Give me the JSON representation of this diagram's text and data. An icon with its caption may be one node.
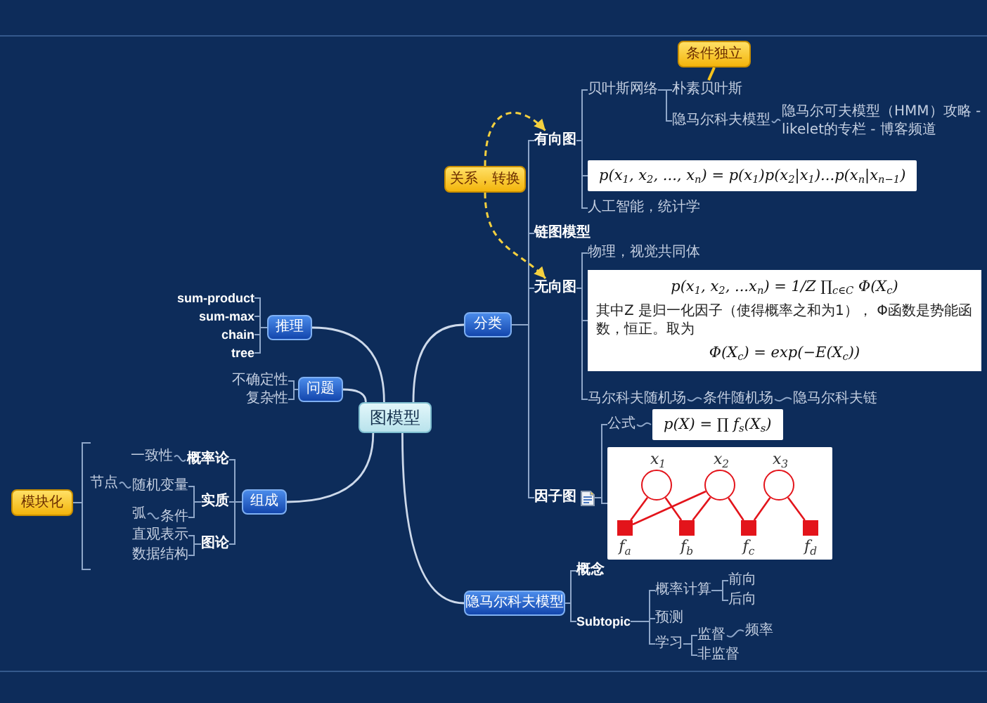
{
  "diagram": {
    "nodes": [
      {
        "text": [
          "图模型"
        ]
      },
      {
        "text": [
          "分类"
        ]
      },
      {
        "text": [
          "关系，转换"
        ]
      },
      {
        "text": [
          "有向图"
        ]
      },
      {
        "text": [
          "贝叶斯网络"
        ]
      },
      {
        "text": [
          "条件独立"
        ]
      },
      {
        "text": [
          "朴素贝叶斯"
        ]
      },
      {
        "text": [
          "隐马尔科夫模型"
        ]
      },
      {
        "text": [
          "隐马尔可夫模型（HMM）攻略 - likelet的专栏 - 博客频道"
        ]
      },
      {
        "text": [
          "p(x$_{1}$, x$_{2}$, ..., x$_{n}$) = p(x$_{1}$)p(x$_{2}$|x$_{1}$)...p(x$_{n}$|x$_{n−1}$)"
        ]
      },
      {
        "text": [
          "人工智能，统计学"
        ]
      },
      {
        "text": [
          "链图模型"
        ]
      },
      {
        "text": [
          "无向图"
        ]
      },
      {
        "text": [
          "物理，视觉共同体"
        ]
      },
      {
        "text": [
          "p(x$_{1}$, x$_{2}$, ...x$_{n}$) = 1/Z ∏$_{c∈C}$ Φ(X$_{c}$)",
          "其中Z 是归一化因子（使得概率之和为1）， Φ函数是势能函数，恒正。取为",
          "Φ(X$_{c}$) = exp(−E(X$_{c}$))"
        ]
      },
      {
        "text": [
          "马尔科夫随机场"
        ]
      },
      {
        "text": [
          "条件随机场"
        ]
      },
      {
        "text": [
          "隐马尔科夫链"
        ]
      },
      {
        "text": [
          "因子图"
        ]
      },
      {
        "text": [
          "公式"
        ]
      },
      {
        "text": [
          "p(X) = ∏ f$_{s}$(X$_{s}$)"
        ]
      },
      {
        "text": [],
        "shape": "box"
      },
      {
        "text": [
          "x$_{1}$"
        ],
        "in": 21
      },
      {
        "text": [
          "x$_{2}$"
        ],
        "in": 21
      },
      {
        "text": [
          "x$_{3}$"
        ],
        "in": 21
      },
      {
        "text": [
          "f$_{a}$"
        ],
        "in": 21
      },
      {
        "text": [
          "f$_{b}$"
        ],
        "in": 21
      },
      {
        "text": [
          "f$_{c}$"
        ],
        "in": 21
      },
      {
        "text": [
          "f$_{d}$"
        ],
        "in": 21
      },
      {
        "text": [
          "推理"
        ]
      },
      {
        "text": [
          "sum-product"
        ]
      },
      {
        "text": [
          "sum-max"
        ]
      },
      {
        "text": [
          "chain"
        ]
      },
      {
        "text": [
          "tree"
        ]
      },
      {
        "text": [
          "问题"
        ]
      },
      {
        "text": [
          "不确定性"
        ]
      },
      {
        "text": [
          "复杂性"
        ]
      },
      {
        "text": [
          "组成"
        ]
      },
      {
        "text": [
          "概率论"
        ]
      },
      {
        "text": [
          "一致性"
        ]
      },
      {
        "text": [
          "实质"
        ]
      },
      {
        "text": [
          "随机变量"
        ]
      },
      {
        "text": [
          "节点"
        ]
      },
      {
        "text": [
          "条件"
        ]
      },
      {
        "text": [
          "弧"
        ]
      },
      {
        "text": [
          "图论"
        ]
      },
      {
        "text": [
          "直观表示"
        ]
      },
      {
        "text": [
          "数据结构"
        ]
      },
      {
        "text": [
          "模块化"
        ]
      },
      {
        "text": [
          "隐马尔科夫模型"
        ]
      },
      {
        "text": [
          "概念"
        ]
      },
      {
        "text": [
          "Subtopic"
        ]
      },
      {
        "text": [
          "概率计算"
        ]
      },
      {
        "text": [
          "前向"
        ]
      },
      {
        "text": [
          "后向"
        ]
      },
      {
        "text": [
          "预测"
        ]
      },
      {
        "text": [
          "学习"
        ]
      },
      {
        "text": [
          "监督"
        ]
      },
      {
        "text": [
          "频率"
        ]
      },
      {
        "text": [
          "非监督"
        ]
      }
    ],
    "edges": [
      {
        "from": 0,
        "to": 1,
        "arrow": "none"
      },
      {
        "from": 0,
        "to": 29,
        "arrow": "none"
      },
      {
        "from": 0,
        "to": 34,
        "arrow": "none"
      },
      {
        "from": 0,
        "to": 37,
        "arrow": "none"
      },
      {
        "from": 0,
        "to": 49,
        "arrow": "none"
      },
      {
        "from": 1,
        "to": 3,
        "arrow": "none"
      },
      {
        "from": 1,
        "to": 11,
        "arrow": "none"
      },
      {
        "from": 1,
        "to": 12,
        "arrow": "none"
      },
      {
        "from": 1,
        "to": 18,
        "arrow": "none"
      },
      {
        "from": 2,
        "to": 3,
        "arrow": "to",
        "style": "dashed",
        "color": "#f4d03f"
      },
      {
        "from": 2,
        "to": 12,
        "arrow": "to",
        "style": "dashed",
        "color": "#f4d03f"
      },
      {
        "from": 3,
        "to": 4,
        "arrow": "none"
      },
      {
        "from": 3,
        "to": 9,
        "arrow": "none"
      },
      {
        "from": 3,
        "to": 10,
        "arrow": "none"
      },
      {
        "from": 4,
        "to": 6,
        "arrow": "none"
      },
      {
        "from": 4,
        "to": 7,
        "arrow": "none"
      },
      {
        "from": 5,
        "to": 6,
        "arrow": "none",
        "color": "#f5c31c"
      },
      {
        "from": 7,
        "to": 8,
        "arrow": "none"
      },
      {
        "from": 12,
        "to": 13,
        "arrow": "none"
      },
      {
        "from": 12,
        "to": 14,
        "arrow": "none"
      },
      {
        "from": 12,
        "to": 15,
        "arrow": "none"
      },
      {
        "from": 15,
        "to": 16,
        "arrow": "none"
      },
      {
        "from": 16,
        "to": 17,
        "arrow": "none"
      },
      {
        "from": 18,
        "to": 19,
        "arrow": "none"
      },
      {
        "from": 18,
        "to": 21,
        "arrow": "none"
      },
      {
        "from": 19,
        "to": 20,
        "arrow": "none"
      },
      {
        "from": 22,
        "to": 25,
        "arrow": "none",
        "color": "#e3141b"
      },
      {
        "from": 22,
        "to": 26,
        "arrow": "none",
        "color": "#e3141b"
      },
      {
        "from": 23,
        "to": 25,
        "arrow": "none",
        "color": "#e3141b"
      },
      {
        "from": 23,
        "to": 26,
        "arrow": "none",
        "color": "#e3141b"
      },
      {
        "from": 23,
        "to": 27,
        "arrow": "none",
        "color": "#e3141b"
      },
      {
        "from": 24,
        "to": 27,
        "arrow": "none",
        "color": "#e3141b"
      },
      {
        "from": 24,
        "to": 28,
        "arrow": "none",
        "color": "#e3141b"
      },
      {
        "from": 29,
        "to": 30,
        "arrow": "none"
      },
      {
        "from": 29,
        "to": 31,
        "arrow": "none"
      },
      {
        "from": 29,
        "to": 32,
        "arrow": "none"
      },
      {
        "from": 29,
        "to": 33,
        "arrow": "none"
      },
      {
        "from": 34,
        "to": 35,
        "arrow": "none"
      },
      {
        "from": 34,
        "to": 36,
        "arrow": "none"
      },
      {
        "from": 37,
        "to": 38,
        "arrow": "none"
      },
      {
        "from": 37,
        "to": 40,
        "arrow": "none"
      },
      {
        "from": 37,
        "to": 45,
        "arrow": "none"
      },
      {
        "from": 38,
        "to": 39,
        "arrow": "none"
      },
      {
        "from": 40,
        "to": 41,
        "arrow": "none"
      },
      {
        "from": 40,
        "to": 43,
        "arrow": "none"
      },
      {
        "from": 41,
        "to": 42,
        "arrow": "none"
      },
      {
        "from": 43,
        "to": 44,
        "arrow": "none"
      },
      {
        "from": 45,
        "to": 46,
        "arrow": "none"
      },
      {
        "from": 45,
        "to": 47,
        "arrow": "none"
      },
      {
        "from": 49,
        "to": 50,
        "arrow": "none"
      },
      {
        "from": 49,
        "to": 51,
        "arrow": "none"
      },
      {
        "from": 51,
        "to": 52,
        "arrow": "none"
      },
      {
        "from": 51,
        "to": 55,
        "arrow": "none"
      },
      {
        "from": 51,
        "to": 56,
        "arrow": "none"
      },
      {
        "from": 52,
        "to": 53,
        "arrow": "none"
      },
      {
        "from": 52,
        "to": 54,
        "arrow": "none"
      },
      {
        "from": 56,
        "to": 57,
        "arrow": "none"
      },
      {
        "from": 56,
        "to": 59,
        "arrow": "none"
      },
      {
        "from": 57,
        "to": 58,
        "arrow": "none"
      }
    ]
  }
}
